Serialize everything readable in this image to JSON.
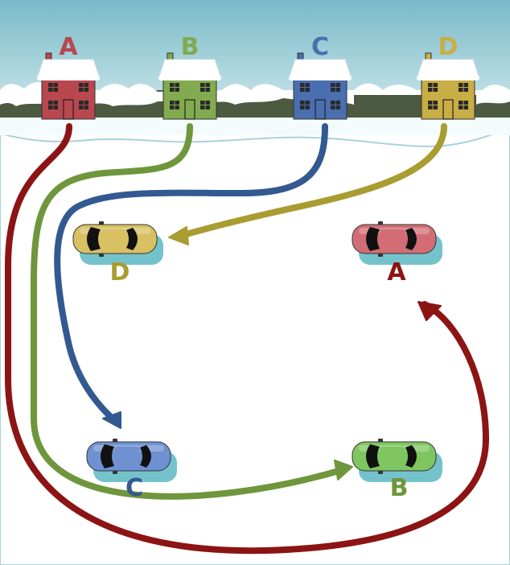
{
  "diagram": {
    "houses": [
      {
        "id": "A",
        "label": "A",
        "color": "#b9474e"
      },
      {
        "id": "B",
        "label": "B",
        "color": "#82ab4f"
      },
      {
        "id": "C",
        "label": "C",
        "color": "#4a6fb0"
      },
      {
        "id": "D",
        "label": "D",
        "color": "#c9ad45"
      }
    ],
    "cars": [
      {
        "id": "D",
        "label": "D",
        "color": "#d8c063"
      },
      {
        "id": "A",
        "label": "A",
        "color": "#d36d75"
      },
      {
        "id": "C",
        "label": "C",
        "color": "#6f91d1"
      },
      {
        "id": "B",
        "label": "B",
        "color": "#7fc660"
      }
    ],
    "routes": [
      {
        "from_house": "A",
        "to_car": "A",
        "color": "#8c1414"
      },
      {
        "from_house": "B",
        "to_car": "B",
        "color": "#6f963c"
      },
      {
        "from_house": "C",
        "to_car": "C",
        "color": "#335991"
      },
      {
        "from_house": "D",
        "to_car": "D",
        "color": "#a99c31"
      }
    ],
    "palette": {
      "sky": "#a9d2da",
      "snow": "#ffffff",
      "hedge": "#4b5a41",
      "ground": "#ffffff",
      "car_shadow": "#74c3cc",
      "roof_snow": "#ffffff",
      "window": "#2a2a2a"
    }
  }
}
